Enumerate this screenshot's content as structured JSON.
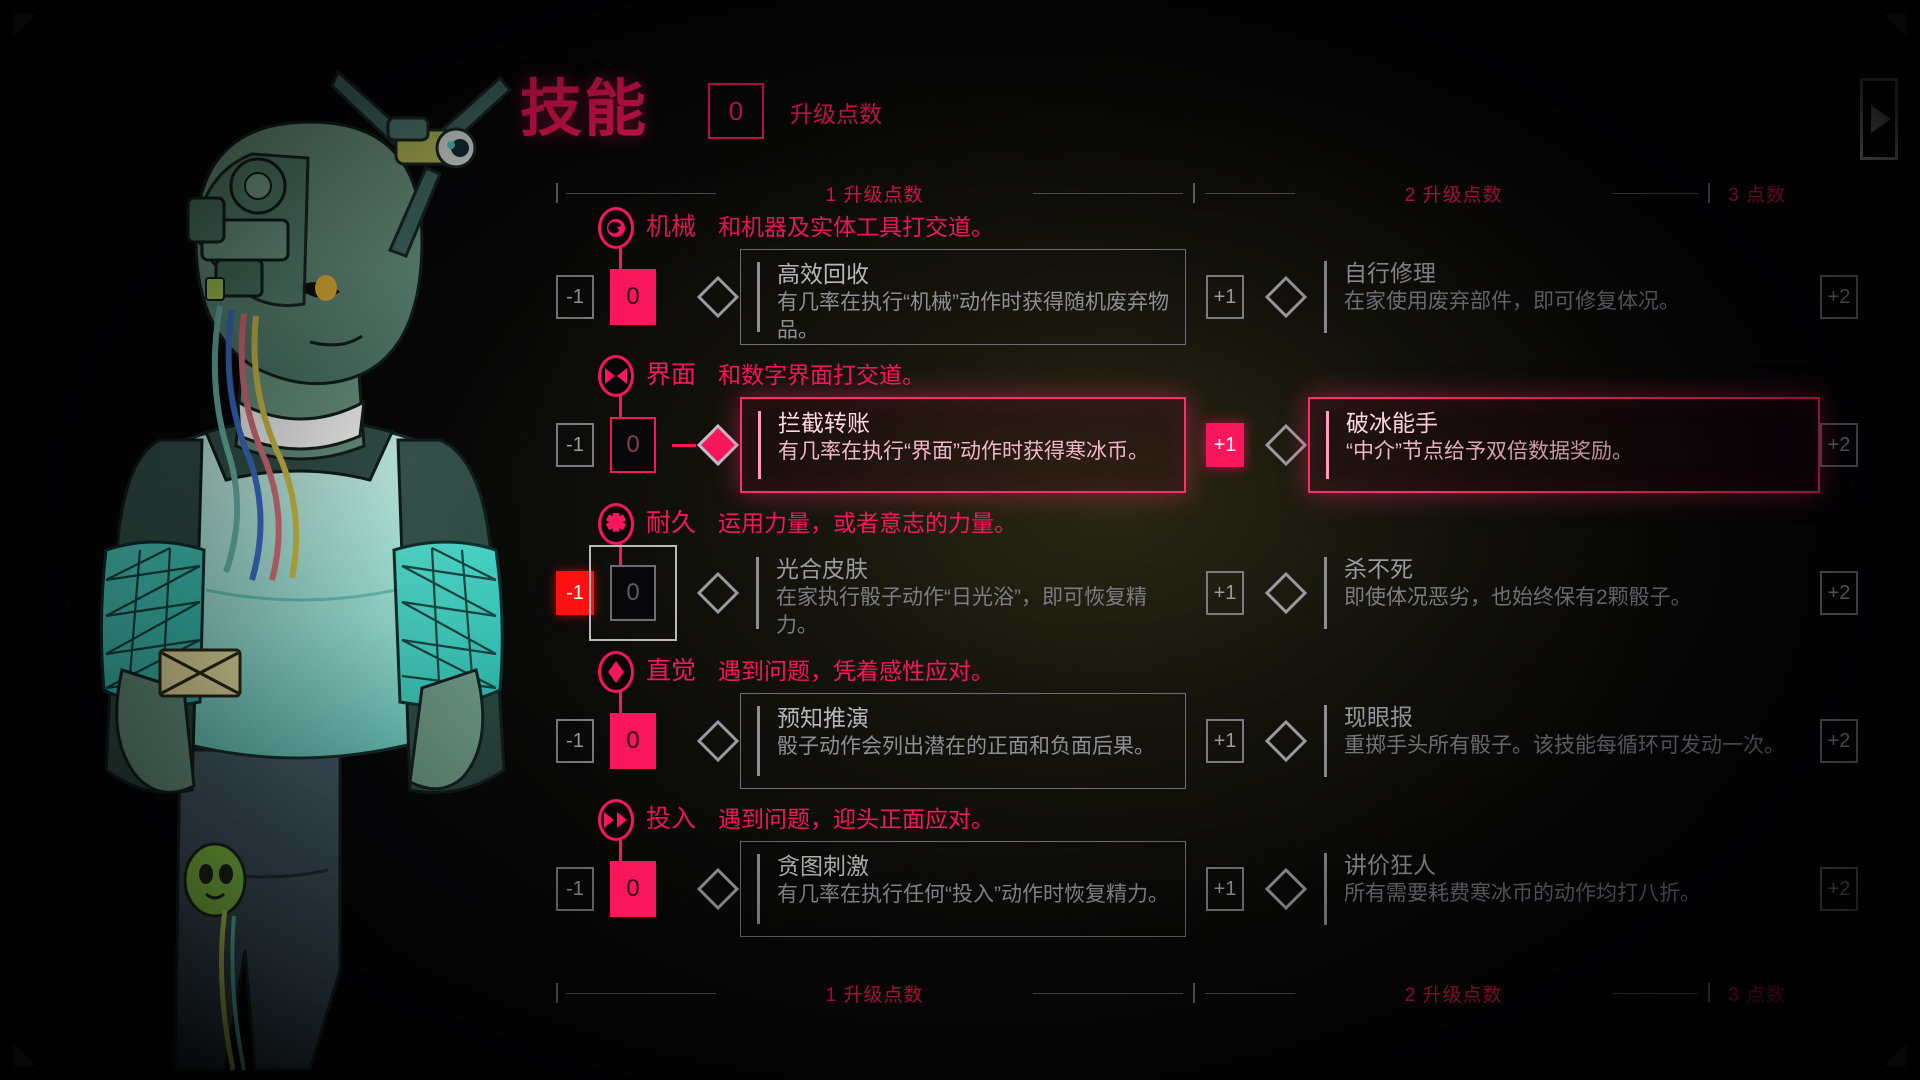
{
  "header": {
    "title": "技能",
    "points_value": "0",
    "points_label": "升级点数"
  },
  "tier_bar": {
    "tier1_label": "1 升级点数",
    "tier2_label": "2 升级点数",
    "tier3_label": "3 点数"
  },
  "buttons": {
    "minus": "-1",
    "plus1": "+1",
    "plus2": "+2",
    "next_page": "next-page"
  },
  "skills": [
    {
      "icon": "wrench-swirl-icon",
      "name": "机械",
      "desc": "和机器及实体工具打交道。",
      "value": "0",
      "value_state": "filled",
      "minus_state": "normal",
      "selected": false,
      "perk1": {
        "title": "高效回收",
        "desc": "有几率在执行“机械”动作时获得随机废弃物品。",
        "state": "framed"
      },
      "perk2": {
        "title": "自行修理",
        "desc": "在家使用废弃部件，即可修复体况。",
        "state": "bare"
      }
    },
    {
      "icon": "interface-play-icon",
      "name": "界面",
      "desc": "和数字界面打交道。",
      "value": "0",
      "value_state": "outline",
      "minus_state": "normal",
      "selected": false,
      "perk1": {
        "title": "拦截转账",
        "desc": "有几率在执行“界面”动作时获得寒冰币。",
        "state": "hot"
      },
      "perk2": {
        "title": "破冰能手",
        "desc": "“中介”节点给予双倍数据奖励。",
        "state": "hot"
      }
    },
    {
      "icon": "medical-cross-icon",
      "name": "耐久",
      "desc": "运用力量，或者意志的力量。",
      "value": "0",
      "value_state": "dim",
      "minus_state": "active-red",
      "selected": true,
      "perk1": {
        "title": "光合皮肤",
        "desc": "在家执行骰子动作“日光浴”，即可恢复精力。",
        "state": "bare"
      },
      "perk2": {
        "title": "杀不死",
        "desc": "即使体况恶劣，也始终保有2颗骰子。",
        "state": "bare"
      }
    },
    {
      "icon": "diamond-intuition-icon",
      "name": "直觉",
      "desc": "遇到问题，凭着感性应对。",
      "value": "0",
      "value_state": "filled",
      "minus_state": "normal",
      "selected": false,
      "perk1": {
        "title": "预知推演",
        "desc": "骰子动作会列出潜在的正面和负面后果。",
        "state": "framed"
      },
      "perk2": {
        "title": "现眼报",
        "desc": "重掷手头所有骰子。该技能每循环可发动一次。",
        "state": "bare"
      }
    },
    {
      "icon": "fast-forward-icon",
      "name": "投入",
      "desc": "遇到问题，迎头正面应对。",
      "value": "0",
      "value_state": "filled",
      "minus_state": "normal",
      "selected": false,
      "perk1": {
        "title": "贪图刺激",
        "desc": "有几率在执行任何“投入”动作时恢复精力。",
        "state": "framed"
      },
      "perk2": {
        "title": "讲价狂人",
        "desc": "所有需要耗费寒冰币的动作均打八折。",
        "state": "bare"
      }
    }
  ],
  "colors": {
    "accent_pink": "#f8165c",
    "alert_red": "#ff1111",
    "muted_gray": "#8e8e95",
    "hot_border": "#ff2e6a"
  }
}
